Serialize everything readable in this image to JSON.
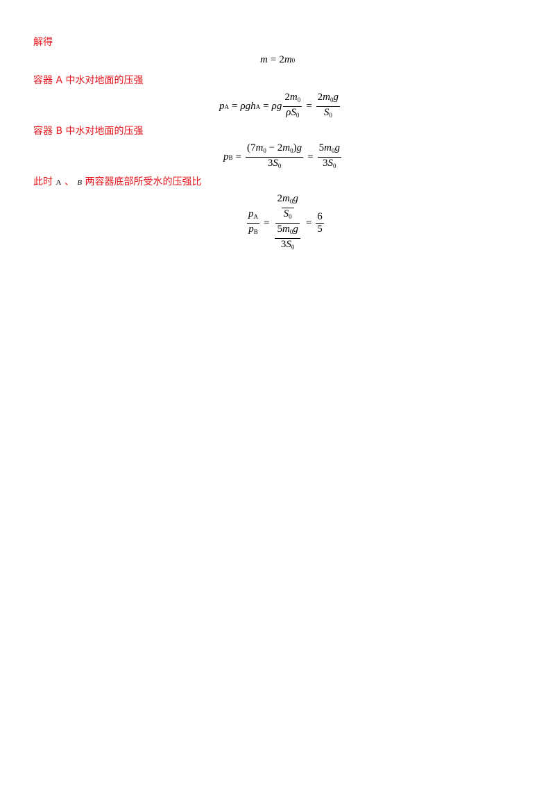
{
  "labels": {
    "solve": "解得",
    "container_a_text": "容器 A 中水对地面的压强",
    "container_b_text": "容器 B 中水对地面的压强",
    "ratio_prefix": "此时",
    "ratio_A": "A",
    "ratio_sep": "、",
    "ratio_B": "B",
    "ratio_suffix": "两容器底部所受水的压强比"
  },
  "equations": {
    "eq1": "m = 2m0",
    "eq2": "pA = ρghA = ρg·2m0/(ρS0) = 2m0g/S0",
    "eq3": "pB = (7m0 − 2m0)g/(3S0) = 5m0g/(3S0)",
    "eq4": "pA/pB = (2m0g/S0)/(5m0g/(3S0)) = 6/5"
  },
  "colors": {
    "text_red": "#e8141c",
    "math": "#000000"
  }
}
